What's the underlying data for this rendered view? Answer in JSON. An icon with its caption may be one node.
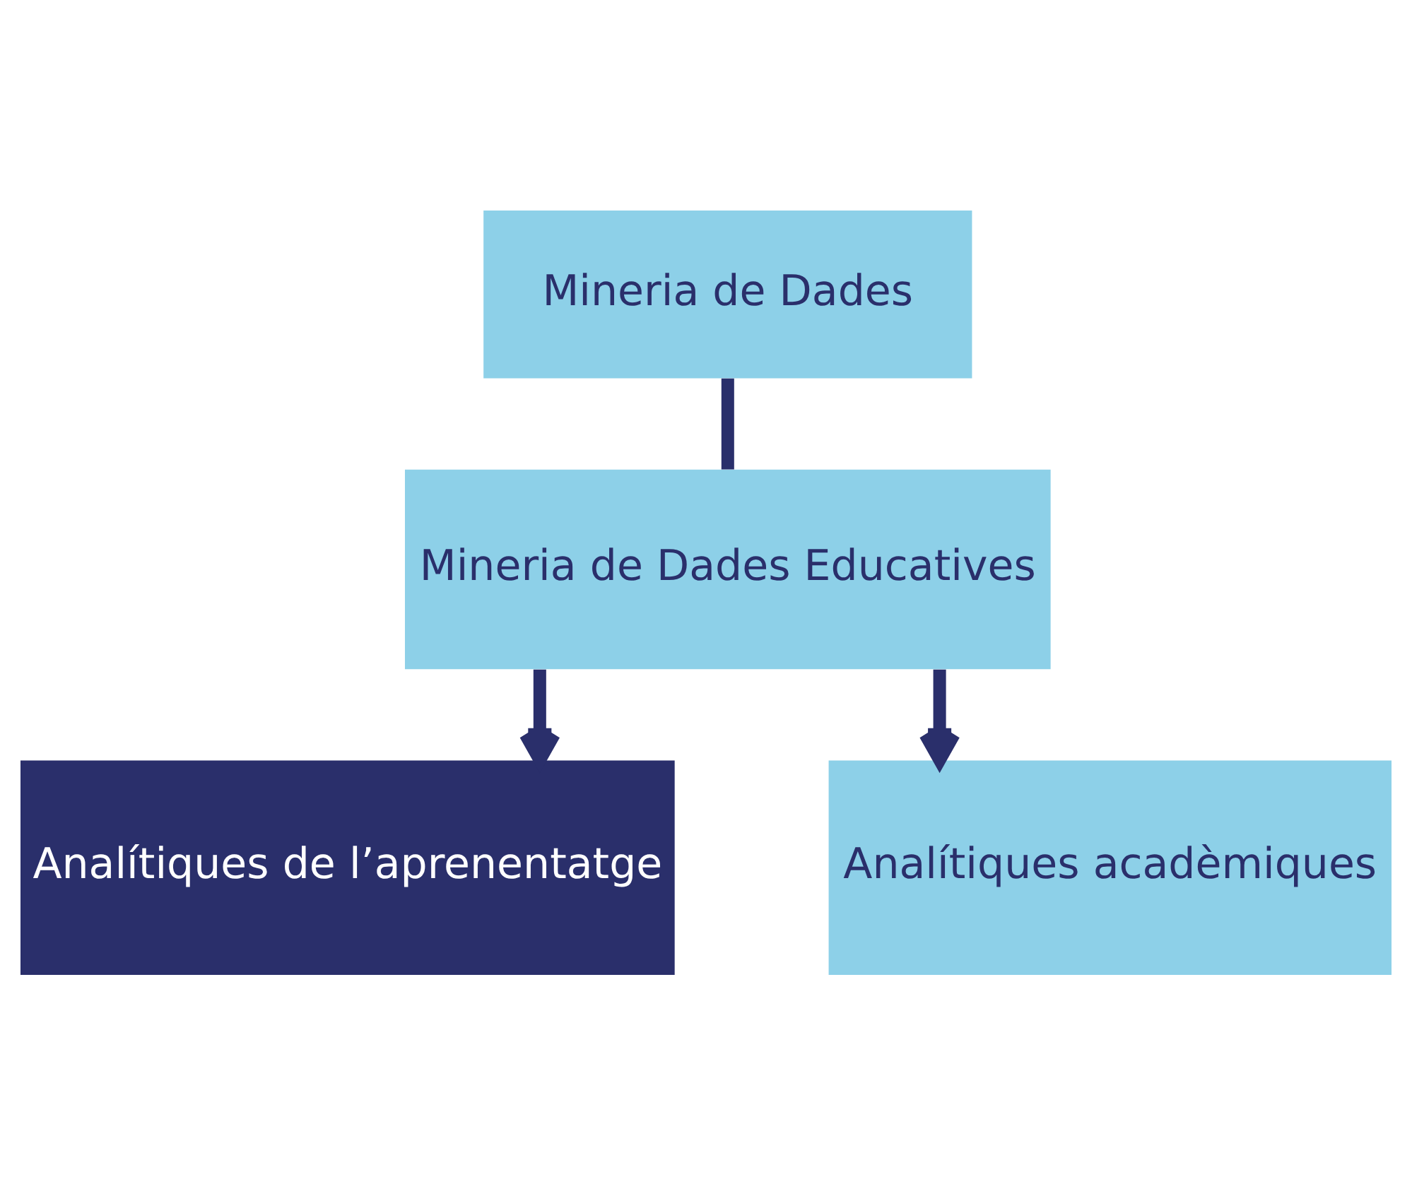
{
  "diagram": {
    "nodes": [
      {
        "text": [
          "Mineria de Dades"
        ]
      },
      {
        "text": [
          "Mineria de Dades Educatives"
        ]
      },
      {
        "text": [
          "Analítiques de l’aprenentatge"
        ]
      },
      {
        "text": [
          "Analítiques acadèmiques"
        ]
      }
    ],
    "edges": [
      {
        "from": 0,
        "to": 1,
        "arrow": "none"
      },
      {
        "from": 1,
        "to": 2,
        "arrow": "to"
      },
      {
        "from": 1,
        "to": 3,
        "arrow": "to"
      }
    ]
  }
}
